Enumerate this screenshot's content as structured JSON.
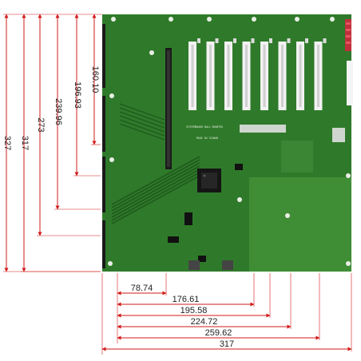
{
  "colors": {
    "pcb": "#2f7a2a",
    "pcb_dark": "#1f5a1d",
    "pcb_light": "#3f8e36",
    "dim_line": "#d21b1b",
    "dim_text": "#222222",
    "slot_white": "#f2f2f2",
    "slot_black": "#1a1a1a",
    "chip": "#151515"
  },
  "vertical_dimensions": [
    "160.10",
    "196.93",
    "239.96",
    "273",
    "317",
    "327"
  ],
  "horizontal_dimensions": [
    "78.74",
    "176.61",
    "195.58",
    "224.72",
    "259.62",
    "317"
  ],
  "board_labels": {
    "model": "SYSTEMBOARD WALL MOUNTED",
    "made_in": "MADE IN TAIWAN"
  },
  "components": {
    "pci_slots": 8,
    "isa_edge_connectors": 4
  }
}
